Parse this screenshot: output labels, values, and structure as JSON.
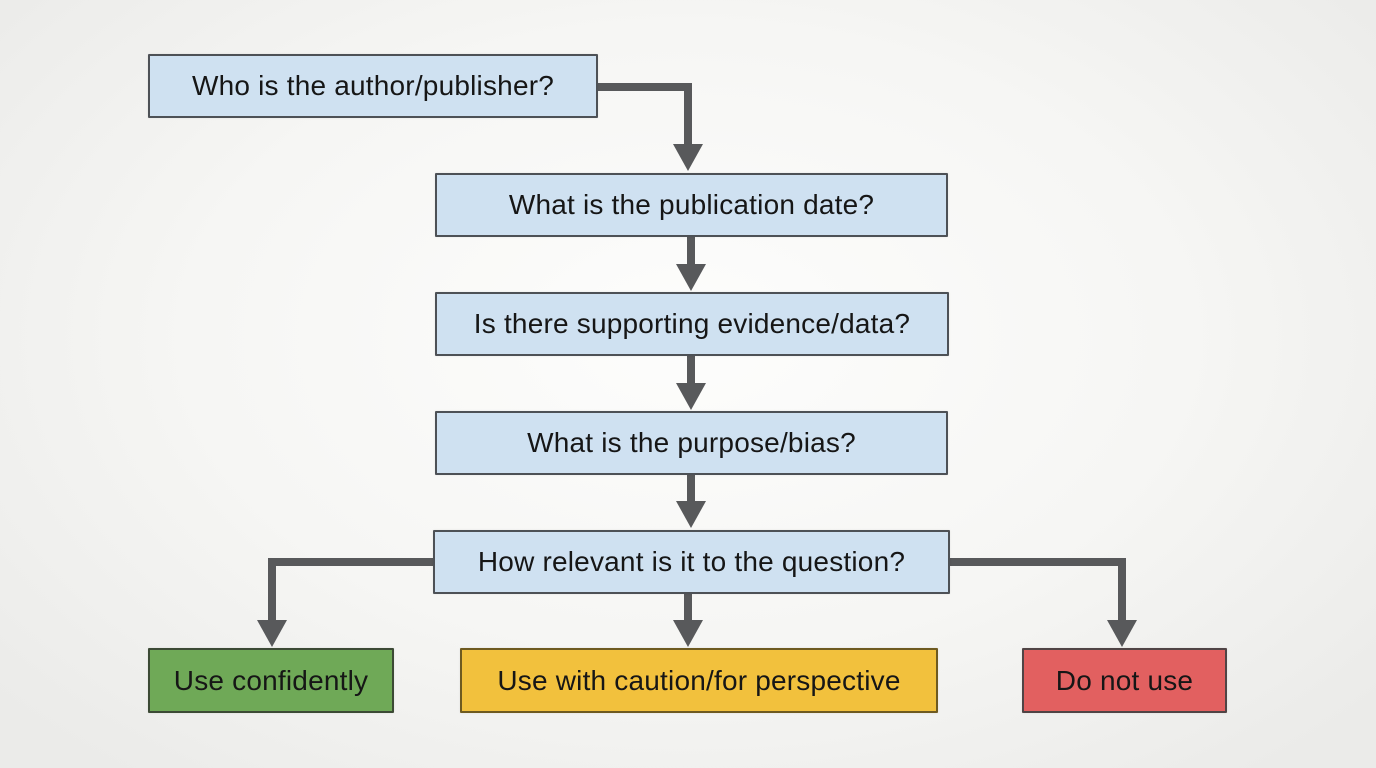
{
  "diagram": {
    "description": "Flowchart for evaluating a source",
    "colors": {
      "background_center": "#fdfdfc",
      "background_edge": "#ebebe9",
      "arrow": "#58595b",
      "question_fill": "#cfe1f1",
      "question_border": "#4d5156",
      "text": "#161616"
    },
    "nodes": {
      "author": {
        "label": "Who is the author/publisher?",
        "fill": "#cfe1f1",
        "border": "#4d5156"
      },
      "date": {
        "label": "What is the publication date?",
        "fill": "#cfe1f1",
        "border": "#4d5156"
      },
      "evidence": {
        "label": "Is there supporting evidence/data?",
        "fill": "#cfe1f1",
        "border": "#4d5156"
      },
      "purpose": {
        "label": "What is the purpose/bias?",
        "fill": "#cfe1f1",
        "border": "#4d5156"
      },
      "relevance": {
        "label": "How relevant is it to the question?",
        "fill": "#cfe1f1",
        "border": "#4d5156"
      },
      "use_confidently": {
        "label": "Use confidently",
        "fill": "#6fa957",
        "border": "#3c4a35"
      },
      "use_with_caution": {
        "label": "Use with caution/for perspective",
        "fill": "#f2c13d",
        "border": "#6e5a20"
      },
      "do_not_use": {
        "label": "Do not use",
        "fill": "#e26060",
        "border": "#504445"
      }
    }
  }
}
